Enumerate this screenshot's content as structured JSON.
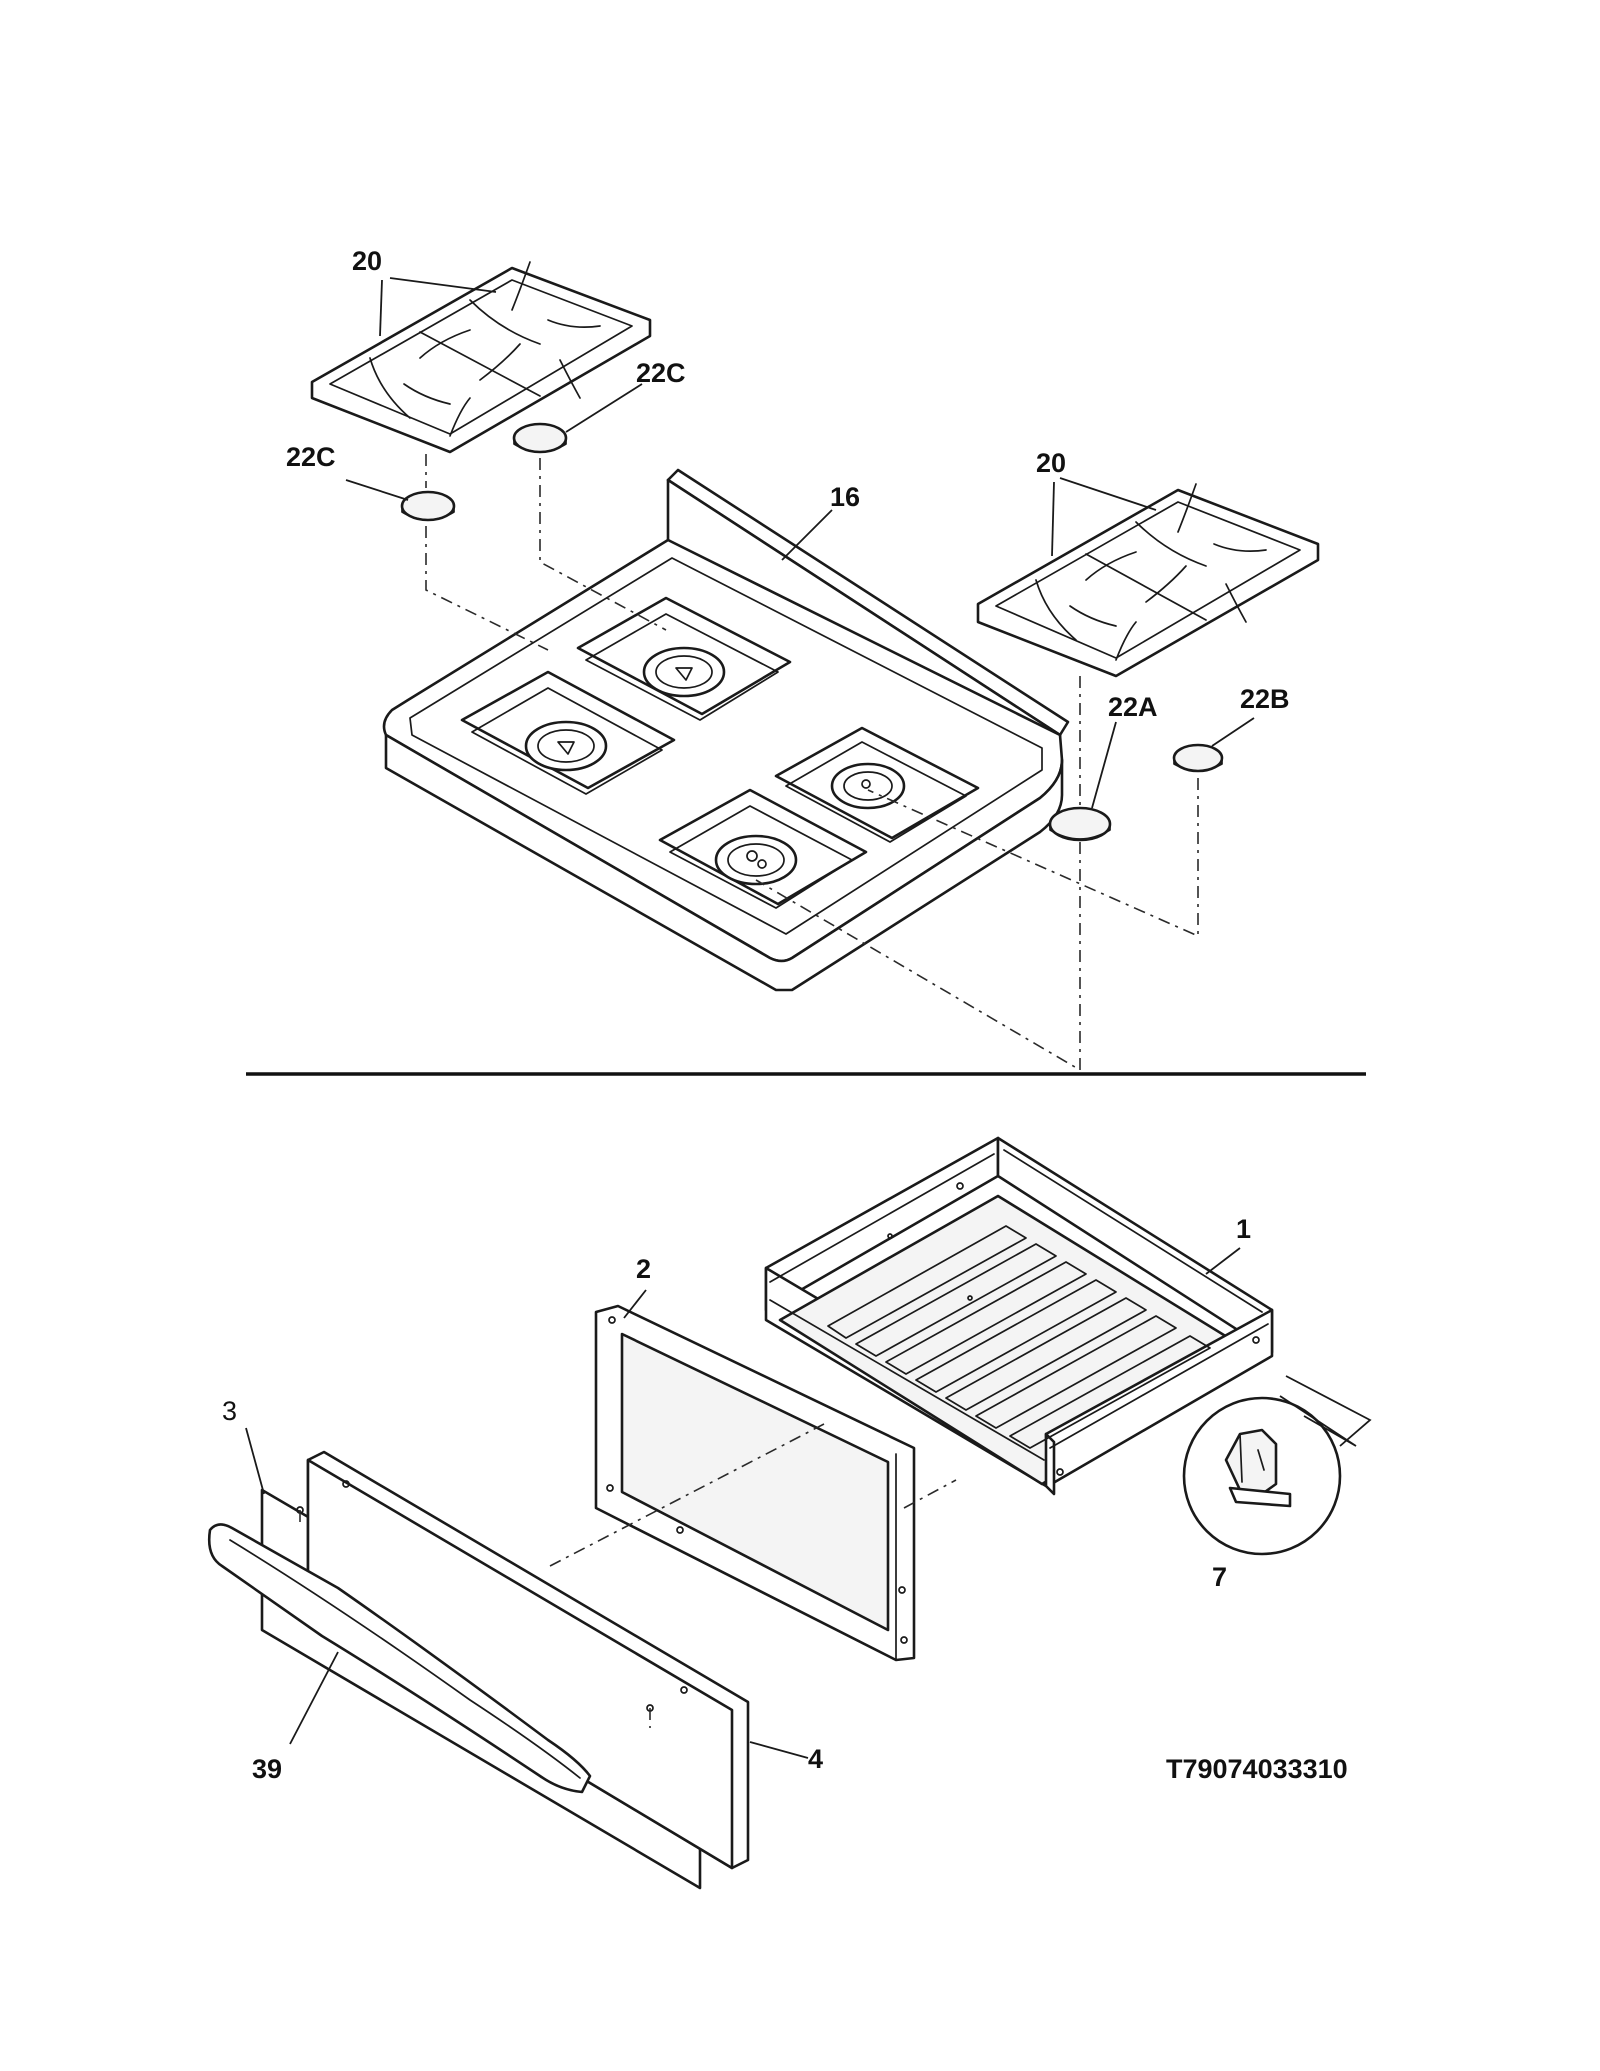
{
  "callouts": {
    "grate_left": "20",
    "cap_22c_right": "22C",
    "cap_22c_left": "22C",
    "cooktop": "16",
    "grate_right": "20",
    "cap_22a": "22A",
    "cap_22b": "22B",
    "drawer_body": "1",
    "drawer_liner": "2",
    "drawer_panel_back": "3",
    "clip_detail": "7",
    "drawer_handle": "39",
    "drawer_front": "4"
  },
  "diagram_code": "T79074033310"
}
